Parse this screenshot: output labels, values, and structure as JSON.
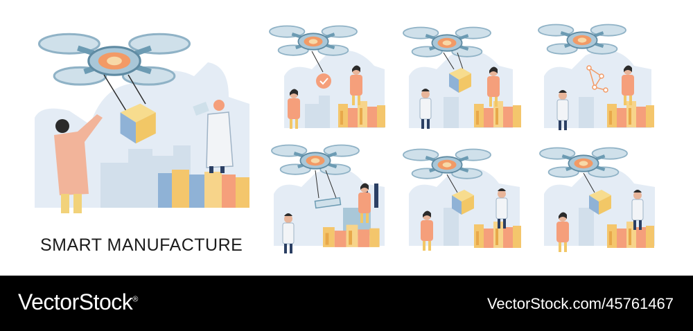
{
  "illustration": {
    "title": "SMART MANUFACTURE",
    "scenes": [
      "drone-with-package-scene",
      "drone-delivering-approval-scene",
      "drone-box-scene",
      "drone-network-scene",
      "drone-tablet-factory-scene",
      "drone-box-pointing-scene",
      "drone-box-handoff-scene"
    ]
  },
  "watermark": {
    "brand": "VectorStock",
    "registered_mark": "®",
    "url": "VectorStock.com/45761467"
  },
  "colors": {
    "drone": "#9ec3d6",
    "drone_orange": "#f29a66",
    "box": "#f2c766",
    "building": "#d7e3ee",
    "footer": "#000000"
  }
}
